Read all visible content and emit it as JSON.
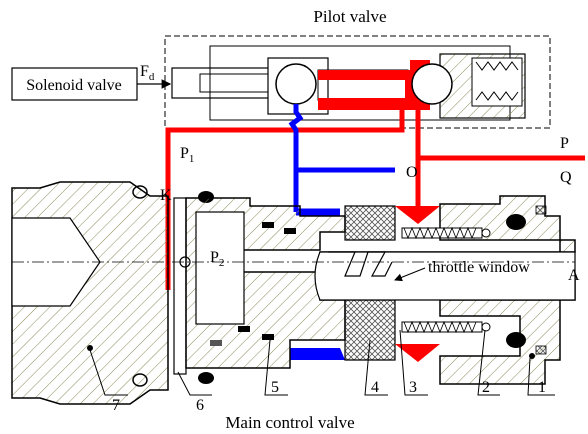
{
  "titles": {
    "top": "Pilot valve",
    "bottom": "Main control valve"
  },
  "labels": {
    "solenoid_valve": "Solenoid valve",
    "fd": "F",
    "fd_sub": "d",
    "p1": "P",
    "p1_sub": "1",
    "p2": "P",
    "p2_sub": "2",
    "o": "O",
    "k": "K",
    "p": "P",
    "q": "Q",
    "a": "A",
    "throttle_window": "throttle window"
  },
  "part_numbers": [
    "7",
    "6",
    "5",
    "4",
    "3",
    "2",
    "1"
  ],
  "colors": {
    "pressure_line": "#ff0000",
    "return_line": "#0000ff",
    "outline": "#000000",
    "hatch": "#8a8a5a"
  }
}
